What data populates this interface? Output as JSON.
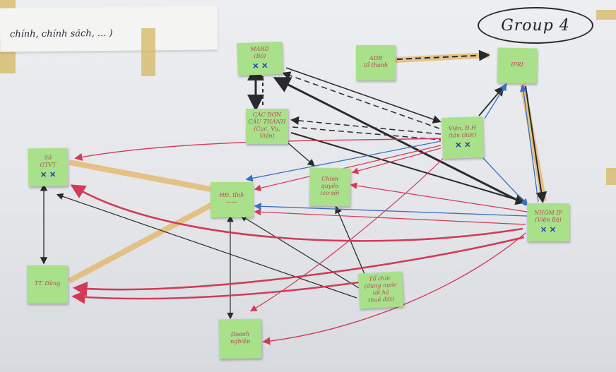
{
  "board": {
    "header_strip": {
      "text": "chính, chính sách, ... )"
    },
    "group_label": "Group 4",
    "notes": [
      {
        "id": "mard",
        "lines": [
          "MARD",
          "(Bộ)"
        ],
        "marks": "✕ ✕"
      },
      {
        "id": "adb",
        "lines": [
          "ADB",
          "tổ thanh"
        ],
        "marks": ""
      },
      {
        "id": "ipri",
        "lines": [
          "IPRI"
        ],
        "marks": ""
      },
      {
        "id": "cac-don",
        "lines": [
          "CÁC ĐƠN",
          "CẤU THÀNH",
          "(Cục, Vụ, Viện)"
        ],
        "marks": ""
      },
      {
        "id": "vien-dh",
        "lines": [
          "Viện, Đ.H",
          "(tân thức)"
        ],
        "marks": "✕ ✕"
      },
      {
        "id": "left-top",
        "lines": [
          "Sở",
          "GTVT"
        ],
        "marks": "✕ ✕"
      },
      {
        "id": "hq-tinh",
        "lines": [
          "HĐ. tỉnh",
          "——"
        ],
        "marks": ""
      },
      {
        "id": "chinh-quyen",
        "lines": [
          "Chính",
          "quyền",
          "(cơ sở)"
        ],
        "marks": ""
      },
      {
        "id": "nhom-ip",
        "lines": [
          "NHÓM IP",
          "(Viện Bộ)"
        ],
        "marks": "✕ ✕"
      },
      {
        "id": "tt-dung",
        "lines": [
          "TT. Dùng"
        ],
        "marks": ""
      },
      {
        "id": "to-chuc",
        "lines": [
          "Tổ chức",
          "(dùng nước",
          "tới hộ",
          "thuê đất)"
        ],
        "marks": ""
      },
      {
        "id": "doanh-nghiep",
        "lines": [
          "Doanh",
          "nghiệp"
        ],
        "marks": ""
      }
    ]
  },
  "colors": {
    "note": "#a9e08a",
    "red_arrow": "#d23a55",
    "black_arrow": "#2a2a2a",
    "blue_arrow": "#3a6fc4",
    "highlight": "#e4b05a"
  }
}
